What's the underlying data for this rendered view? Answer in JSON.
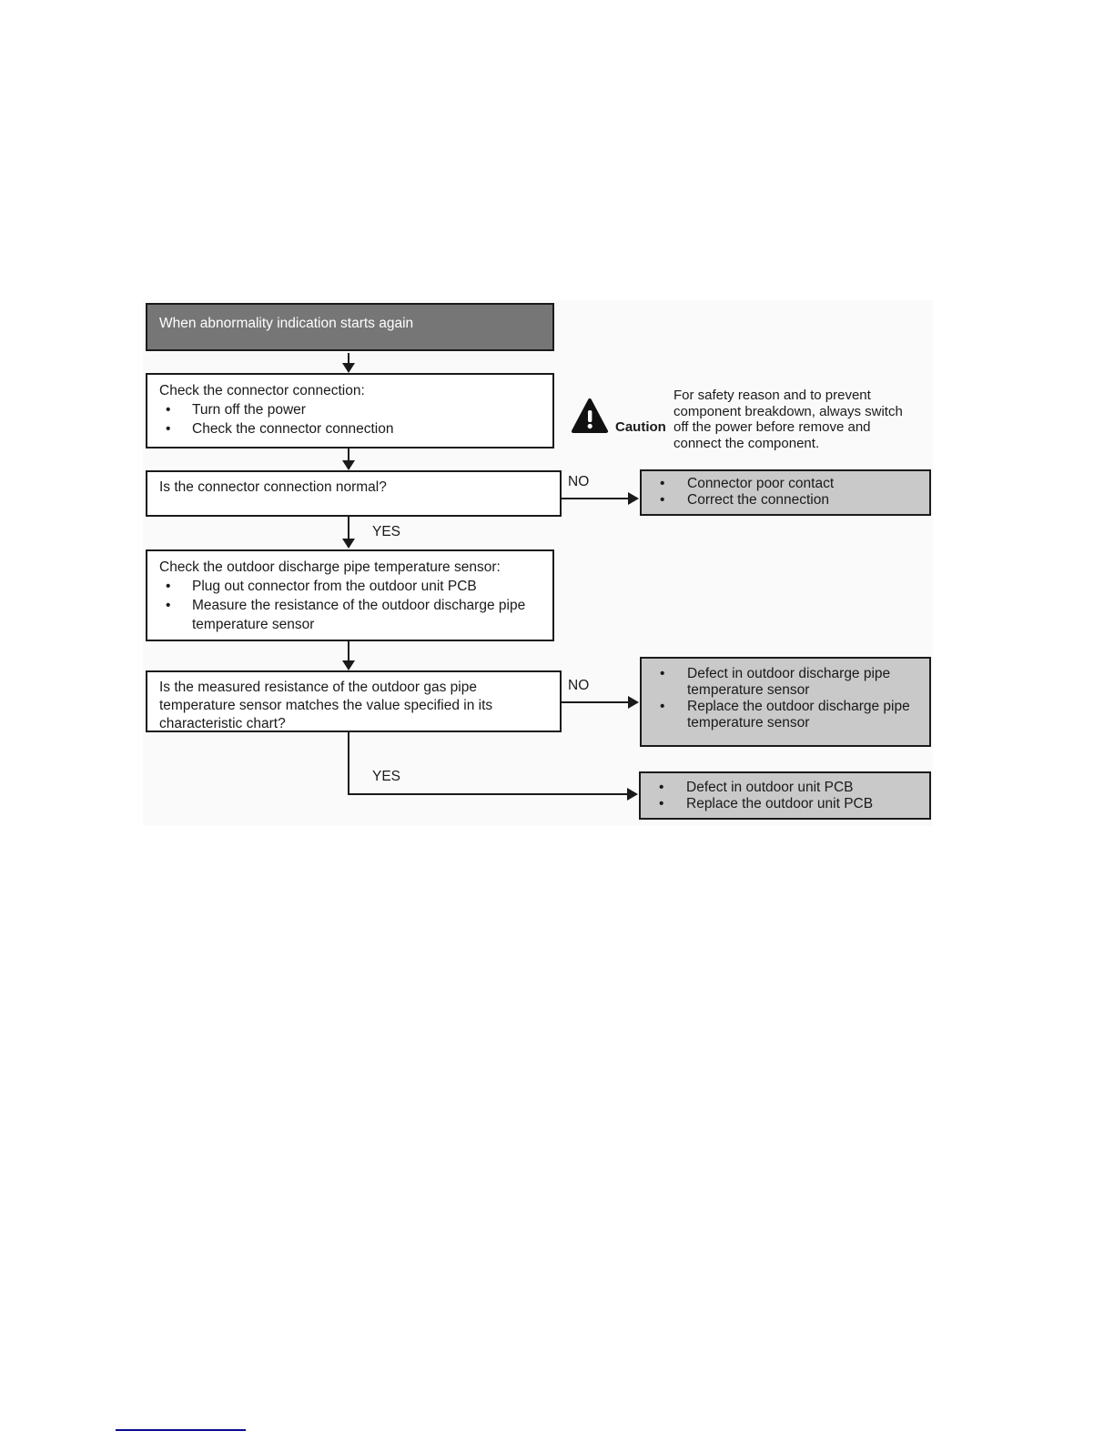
{
  "flowchart": {
    "start": {
      "label": "When abnormality indication starts again"
    },
    "check_connector": {
      "title": "Check the connector connection:",
      "bullets": [
        "Turn off the power",
        "Check the connector connection"
      ]
    },
    "caution": {
      "label": "Caution",
      "text": "For safety reason and to prevent component breakdown, always switch off the power before remove and connect the component."
    },
    "q_connector_normal": {
      "question": "Is the connector connection normal?",
      "no_label": "NO",
      "yes_label": "YES"
    },
    "connector_poor": {
      "bullets": [
        "Connector poor contact",
        "Correct the connection"
      ]
    },
    "check_sensor": {
      "title": "Check the outdoor discharge pipe temperature sensor:",
      "bullets": [
        "Plug out connector from the outdoor unit PCB",
        "Measure the resistance of the outdoor discharge pipe temperature sensor"
      ]
    },
    "q_resistance_match": {
      "question": "Is the measured resistance of the outdoor gas pipe temperature sensor matches the value specified in its characteristic chart?",
      "no_label": "NO",
      "yes_label": "YES"
    },
    "sensor_defect": {
      "bullets": [
        "Defect in outdoor discharge pipe temperature sensor",
        "Replace the outdoor discharge pipe temperature sensor"
      ]
    },
    "pcb_defect": {
      "bullets": [
        "Defect in outdoor unit PCB",
        "Replace the outdoor unit PCB"
      ]
    }
  },
  "colors": {
    "start_box_bg": "#767676",
    "result_box_bg": "#c9c9c9",
    "box_border": "#1a1a1a",
    "footer_line": "#0a0a8f"
  }
}
